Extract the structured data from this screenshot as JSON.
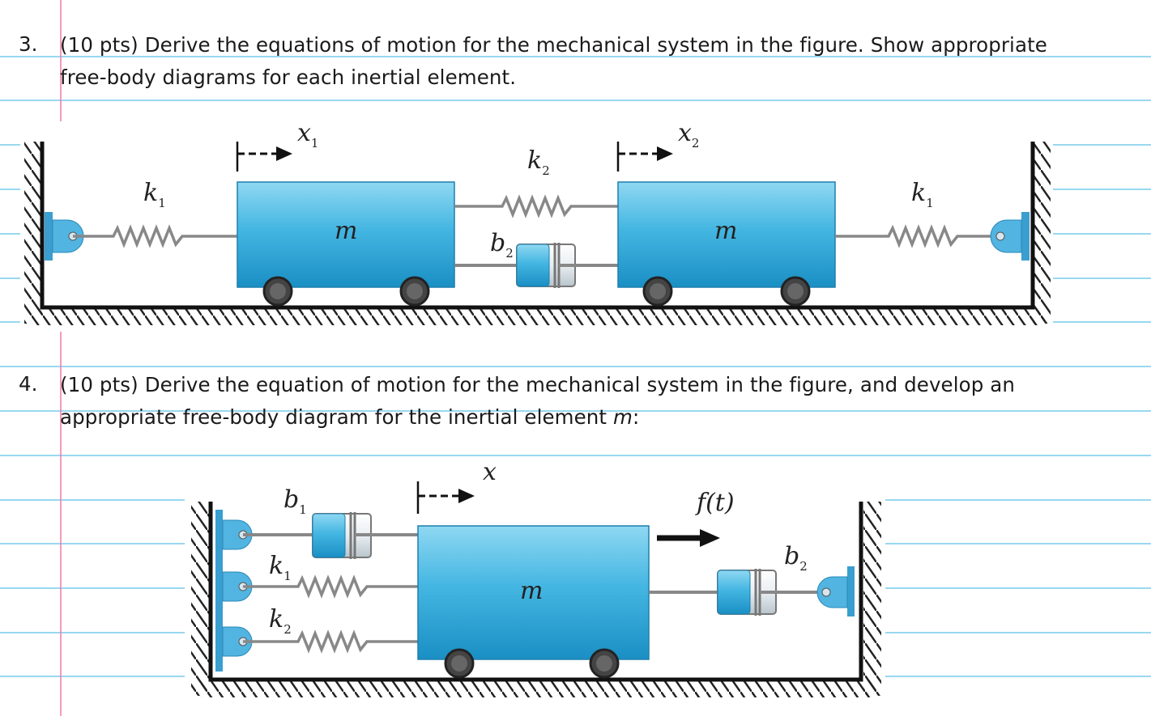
{
  "problems": [
    {
      "number": "3.",
      "line1": "(10 pts) Derive the equations of motion for the mechanical system in the figure. Show appropriate",
      "line2": "free-body diagrams for each inertial element.",
      "figure": {
        "disp1": "x",
        "disp1_sub": "1",
        "disp2": "x",
        "disp2_sub": "2",
        "left_spring": "k",
        "left_spring_sub": "1",
        "mid_spring": "k",
        "mid_spring_sub": "2",
        "mid_damper": "b",
        "mid_damper_sub": "2",
        "right_spring": "k",
        "right_spring_sub": "1",
        "mass1": "m",
        "mass2": "m"
      }
    },
    {
      "number": "4.",
      "line1": "(10 pts) Derive the equation of motion for the mechanical system in the figure, and develop an",
      "line2_prefix": "appropriate free-body diagram for the inertial element ",
      "line2_var": "m",
      "line2_suffix": ":",
      "figure": {
        "disp": "x",
        "top_damper": "b",
        "top_damper_sub": "1",
        "spring1": "k",
        "spring1_sub": "1",
        "spring2": "k",
        "spring2_sub": "2",
        "right_damper": "b",
        "right_damper_sub": "2",
        "force": "f(t)",
        "mass": "m"
      }
    }
  ],
  "colors": {
    "rule": "#5bc0e8",
    "margin": "#f27aa6",
    "mass": "#3fb3df",
    "mount": "#4aa8d6"
  }
}
